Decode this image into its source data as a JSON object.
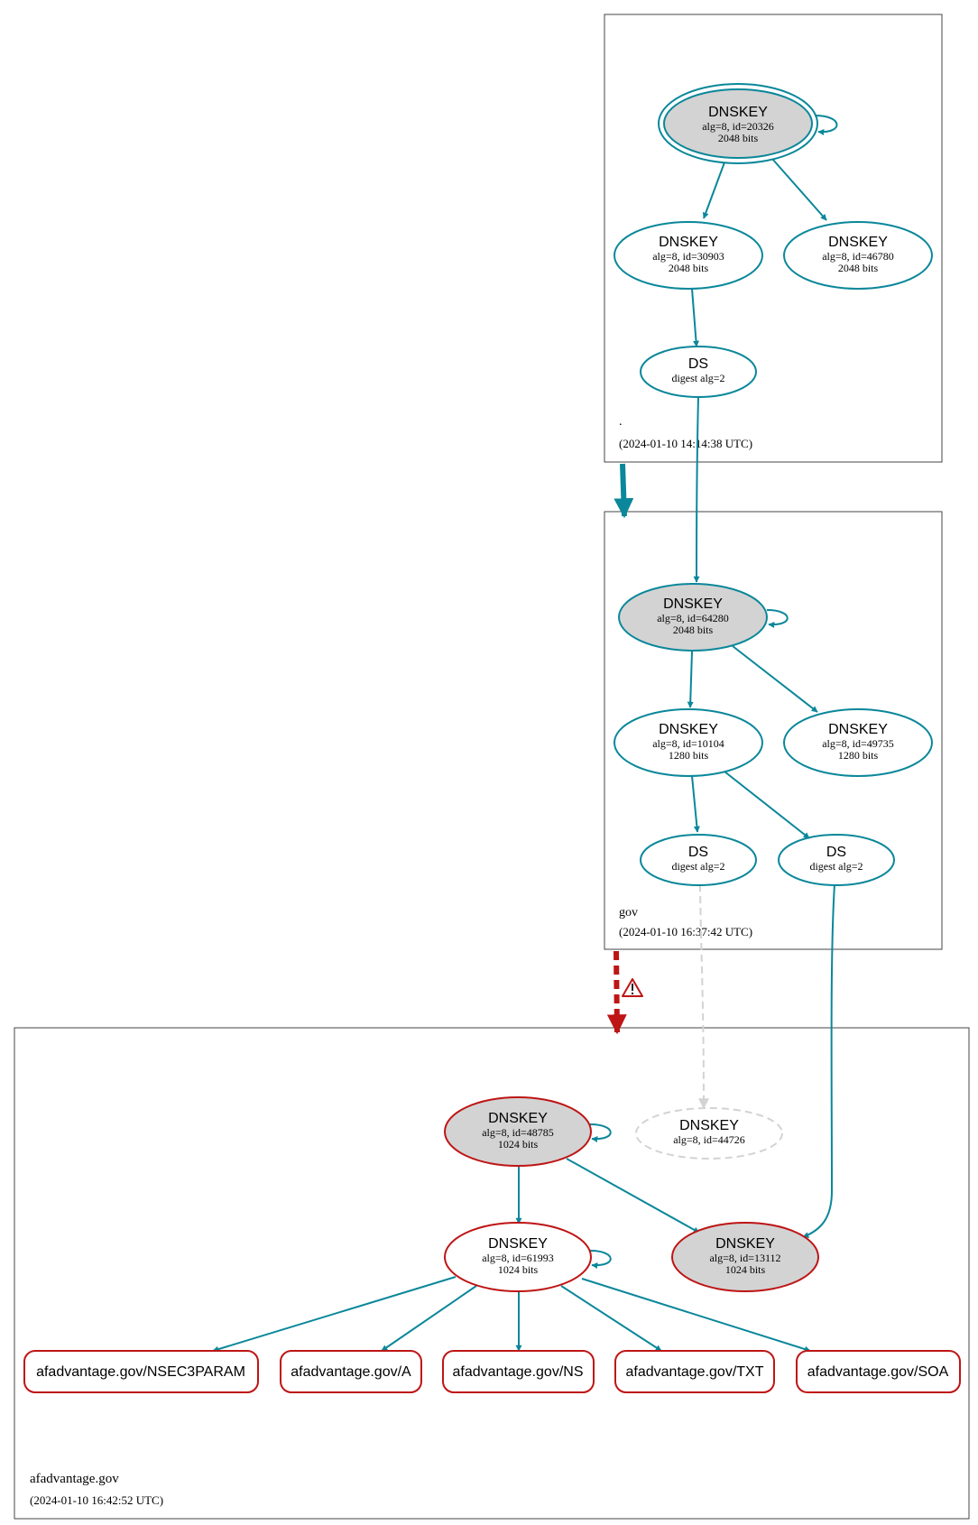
{
  "colors": {
    "teal": "#0a879a",
    "red": "#be1515",
    "grey_fill": "#d3d3d3",
    "inactive": "#d3d3d3",
    "zone_border": "#444444"
  },
  "zones": {
    "root": {
      "name": ".",
      "timestamp": "(2024-01-10 14:14:38 UTC)"
    },
    "gov": {
      "name": "gov",
      "timestamp": "(2024-01-10 16:37:42 UTC)"
    },
    "afadvantage": {
      "name": "afadvantage.gov",
      "timestamp": "(2024-01-10 16:42:52 UTC)"
    }
  },
  "nodes": {
    "root_ksk": {
      "title": "DNSKEY",
      "line1": "alg=8, id=20326",
      "line2": "2048 bits"
    },
    "root_zsk1": {
      "title": "DNSKEY",
      "line1": "alg=8, id=30903",
      "line2": "2048 bits"
    },
    "root_zsk2": {
      "title": "DNSKEY",
      "line1": "alg=8, id=46780",
      "line2": "2048 bits"
    },
    "root_ds": {
      "title": "DS",
      "line1": "digest alg=2"
    },
    "gov_ksk": {
      "title": "DNSKEY",
      "line1": "alg=8, id=64280",
      "line2": "2048 bits"
    },
    "gov_zsk1": {
      "title": "DNSKEY",
      "line1": "alg=8, id=10104",
      "line2": "1280 bits"
    },
    "gov_zsk2": {
      "title": "DNSKEY",
      "line1": "alg=8, id=49735",
      "line2": "1280 bits"
    },
    "gov_ds1": {
      "title": "DS",
      "line1": "digest alg=2"
    },
    "gov_ds2": {
      "title": "DS",
      "line1": "digest alg=2"
    },
    "af_key_48785": {
      "title": "DNSKEY",
      "line1": "alg=8, id=48785",
      "line2": "1024 bits"
    },
    "af_key_44726": {
      "title": "DNSKEY",
      "line1": "alg=8, id=44726"
    },
    "af_key_61993": {
      "title": "DNSKEY",
      "line1": "alg=8, id=61993",
      "line2": "1024 bits"
    },
    "af_key_13112": {
      "title": "DNSKEY",
      "line1": "alg=8, id=13112",
      "line2": "1024 bits"
    }
  },
  "rrsets": [
    "afadvantage.gov/NSEC3PARAM",
    "afadvantage.gov/A",
    "afadvantage.gov/NS",
    "afadvantage.gov/TXT",
    "afadvantage.gov/SOA"
  ],
  "warning_icon": "warning-triangle-icon"
}
